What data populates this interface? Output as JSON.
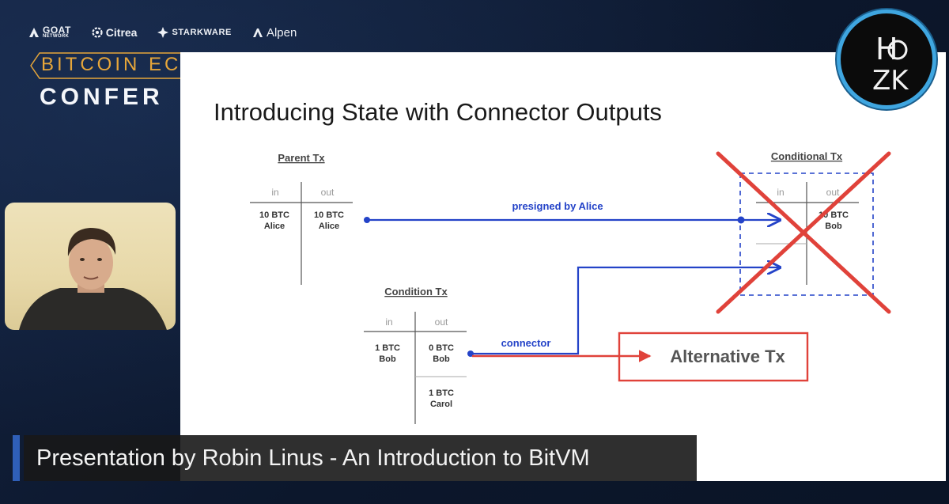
{
  "sponsors": {
    "goat_main": "GOAT",
    "goat_sub": "NETWORK",
    "citrea": "Citrea",
    "starkware": "STARKWARE",
    "alpen": "Alpen"
  },
  "conference": {
    "line1": "BITCOIN ECONOMY",
    "line2": "CONFER"
  },
  "slide": {
    "title": "Introducing State with Connector Outputs",
    "parent_tx": {
      "title": "Parent Tx",
      "in_label": "in",
      "out_label": "out",
      "in_amount": "10 BTC",
      "in_owner": "Alice",
      "out_amount": "10 BTC",
      "out_owner": "Alice"
    },
    "arrow_label_presigned": "presigned by Alice",
    "conditional_tx": {
      "title": "Conditional Tx",
      "in_label": "in",
      "out_label": "out",
      "out_amount": "10 BTC",
      "out_owner": "Bob"
    },
    "condition_tx": {
      "title": "Condition Tx",
      "in_label": "in",
      "out_label": "out",
      "in_amount": "1 BTC",
      "in_owner": "Bob",
      "out1_amount": "0 BTC",
      "out1_owner": "Bob",
      "out2_amount": "1 BTC",
      "out2_owner": "Carol"
    },
    "arrow_label_connector": "connector",
    "alternative_tx": "Alternative Tx"
  },
  "logo": {
    "top": "H",
    "bottom": "ZK"
  },
  "caption": "Presentation by Robin Linus - An Introduction to BitVM",
  "colors": {
    "blue": "#2443c8",
    "red": "#e0423a",
    "gold": "#e6a63a",
    "accent": "#2f5fb8"
  }
}
